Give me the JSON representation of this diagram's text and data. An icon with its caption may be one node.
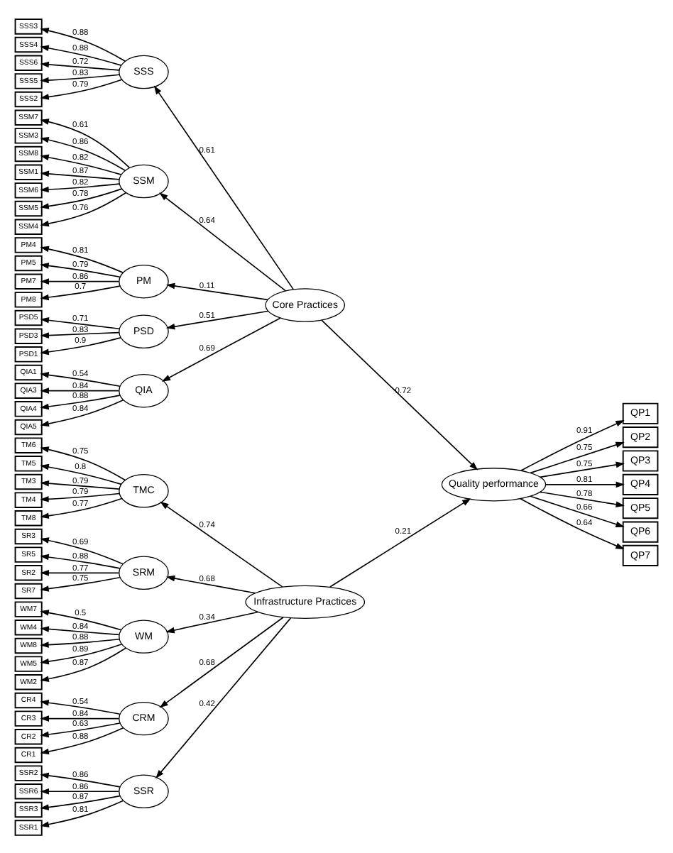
{
  "diagram": {
    "nodes": [
      {
        "text": [
          "SSR"
        ]
      },
      {
        "text": [
          "SSR2"
        ]
      },
      {
        "text": [
          "SSR6"
        ]
      },
      {
        "text": [
          "SSR3"
        ]
      },
      {
        "text": [
          "SSR1"
        ]
      },
      {
        "text": [
          "TMC"
        ]
      },
      {
        "text": [
          "TM6"
        ]
      },
      {
        "text": [
          "TM5"
        ]
      },
      {
        "text": [
          "TM3"
        ]
      },
      {
        "text": [
          "TM4"
        ]
      },
      {
        "text": [
          "TM8"
        ]
      },
      {
        "text": [
          "SRM"
        ]
      },
      {
        "text": [
          "SR3"
        ]
      },
      {
        "text": [
          "SR5"
        ]
      },
      {
        "text": [
          "SR2"
        ]
      },
      {
        "text": [
          "SR7"
        ]
      },
      {
        "text": [
          "WM"
        ]
      },
      {
        "text": [
          "WM7"
        ]
      },
      {
        "text": [
          "WM4"
        ]
      },
      {
        "text": [
          "WM8"
        ]
      },
      {
        "text": [
          "WM5"
        ]
      },
      {
        "text": [
          "WM2"
        ]
      },
      {
        "text": [
          "CRM"
        ]
      },
      {
        "text": [
          "CR4"
        ]
      },
      {
        "text": [
          "CR3"
        ]
      },
      {
        "text": [
          "CR2"
        ]
      },
      {
        "text": [
          "CR1"
        ]
      },
      {
        "text": [
          "Infrastructure Practices"
        ]
      },
      {
        "text": [
          "Quality performance"
        ]
      },
      {
        "text": [
          "QP1"
        ]
      },
      {
        "text": [
          "QP2"
        ]
      },
      {
        "text": [
          "QP3"
        ]
      },
      {
        "text": [
          "QP4"
        ]
      },
      {
        "text": [
          "QP5"
        ]
      },
      {
        "text": [
          "QP6"
        ]
      },
      {
        "text": [
          "QP7"
        ]
      },
      {
        "text": [
          "SSS"
        ]
      },
      {
        "text": [
          "SSS3"
        ]
      },
      {
        "text": [
          "SSS4"
        ]
      },
      {
        "text": [
          "SSS6"
        ]
      },
      {
        "text": [
          "SSS5"
        ]
      },
      {
        "text": [
          "SSS2"
        ]
      },
      {
        "text": [
          "SSM"
        ]
      },
      {
        "text": [
          "SSM7"
        ]
      },
      {
        "text": [
          "SSM3"
        ]
      },
      {
        "text": [
          "SSM8"
        ]
      },
      {
        "text": [
          "SSM1"
        ]
      },
      {
        "text": [
          "SSM6"
        ]
      },
      {
        "text": [
          "SSM5"
        ]
      },
      {
        "text": [
          "SSM4"
        ]
      },
      {
        "text": [
          "Core Practices"
        ]
      },
      {
        "text": [
          "PM"
        ]
      },
      {
        "text": [
          "PM4"
        ]
      },
      {
        "text": [
          "PM5"
        ]
      },
      {
        "text": [
          "PM7"
        ]
      },
      {
        "text": [
          "PM8"
        ]
      },
      {
        "text": [
          "PSD"
        ]
      },
      {
        "text": [
          "PSD5"
        ]
      },
      {
        "text": [
          "PSD3"
        ]
      },
      {
        "text": [
          "PSD1"
        ]
      },
      {
        "text": [
          "QIA"
        ]
      },
      {
        "text": [
          "QIA1"
        ]
      },
      {
        "text": [
          "QIA3"
        ]
      },
      {
        "text": [
          "QIA4"
        ]
      },
      {
        "text": [
          "QIA5"
        ]
      }
    ],
    "edges": [
      {
        "from": 0,
        "to": 1,
        "arrow": "to",
        "label": "0.86"
      },
      {
        "from": 0,
        "to": 2,
        "arrow": "to",
        "label": "0.86"
      },
      {
        "from": 0,
        "to": 3,
        "arrow": "to",
        "label": "0.87"
      },
      {
        "from": 0,
        "to": 4,
        "arrow": "to",
        "label": "0.81"
      },
      {
        "from": 5,
        "to": 6,
        "arrow": "to",
        "label": "0.75"
      },
      {
        "from": 5,
        "to": 7,
        "arrow": "to",
        "label": "0.8"
      },
      {
        "from": 5,
        "to": 8,
        "arrow": "to",
        "label": "0.79"
      },
      {
        "from": 5,
        "to": 9,
        "arrow": "to",
        "label": "0.79"
      },
      {
        "from": 5,
        "to": 10,
        "arrow": "to",
        "label": "0.77"
      },
      {
        "from": 11,
        "to": 12,
        "arrow": "to",
        "label": "0.69"
      },
      {
        "from": 11,
        "to": 13,
        "arrow": "to",
        "label": "0.88"
      },
      {
        "from": 11,
        "to": 14,
        "arrow": "to",
        "label": "0.77"
      },
      {
        "from": 11,
        "to": 15,
        "arrow": "to",
        "label": "0.75"
      },
      {
        "from": 16,
        "to": 17,
        "arrow": "to",
        "label": "0.5"
      },
      {
        "from": 16,
        "to": 18,
        "arrow": "to",
        "label": "0.84"
      },
      {
        "from": 16,
        "to": 19,
        "arrow": "to",
        "label": "0.88"
      },
      {
        "from": 16,
        "to": 20,
        "arrow": "to",
        "label": "0.89"
      },
      {
        "from": 16,
        "to": 21,
        "arrow": "to",
        "label": "0.87"
      },
      {
        "from": 22,
        "to": 23,
        "arrow": "to",
        "label": "0.54"
      },
      {
        "from": 22,
        "to": 24,
        "arrow": "to",
        "label": "0.84"
      },
      {
        "from": 22,
        "to": 25,
        "arrow": "to",
        "label": "0.63"
      },
      {
        "from": 22,
        "to": 26,
        "arrow": "to",
        "label": "0.88"
      },
      {
        "from": 27,
        "to": 0,
        "arrow": "to",
        "label": "0.42"
      },
      {
        "from": 27,
        "to": 5,
        "arrow": "to",
        "label": "0.74"
      },
      {
        "from": 27,
        "to": 11,
        "arrow": "to",
        "label": "0.68"
      },
      {
        "from": 27,
        "to": 16,
        "arrow": "to",
        "label": "0.34"
      },
      {
        "from": 27,
        "to": 22,
        "arrow": "to",
        "label": "0.68"
      },
      {
        "from": 27,
        "to": 28,
        "arrow": "to",
        "label": "0.21"
      },
      {
        "from": 28,
        "to": 29,
        "arrow": "to",
        "label": "0.91"
      },
      {
        "from": 28,
        "to": 30,
        "arrow": "to",
        "label": "0.75"
      },
      {
        "from": 28,
        "to": 31,
        "arrow": "to",
        "label": "0.75"
      },
      {
        "from": 28,
        "to": 32,
        "arrow": "to",
        "label": "0.81"
      },
      {
        "from": 28,
        "to": 33,
        "arrow": "to",
        "label": "0.78"
      },
      {
        "from": 28,
        "to": 34,
        "arrow": "to",
        "label": "0.66"
      },
      {
        "from": 28,
        "to": 35,
        "arrow": "to",
        "label": "0.64"
      },
      {
        "from": 36,
        "to": 37,
        "arrow": "to",
        "label": "0.88"
      },
      {
        "from": 36,
        "to": 38,
        "arrow": "to",
        "label": "0.88"
      },
      {
        "from": 36,
        "to": 39,
        "arrow": "to",
        "label": "0.72"
      },
      {
        "from": 36,
        "to": 40,
        "arrow": "to",
        "label": "0.83"
      },
      {
        "from": 36,
        "to": 41,
        "arrow": "to",
        "label": "0.79"
      },
      {
        "from": 42,
        "to": 43,
        "arrow": "to",
        "label": "0.61"
      },
      {
        "from": 42,
        "to": 44,
        "arrow": "to",
        "label": "0.86"
      },
      {
        "from": 42,
        "to": 45,
        "arrow": "to",
        "label": "0.82"
      },
      {
        "from": 42,
        "to": 46,
        "arrow": "to",
        "label": "0.87"
      },
      {
        "from": 42,
        "to": 47,
        "arrow": "to",
        "label": "0.82"
      },
      {
        "from": 42,
        "to": 48,
        "arrow": "to",
        "label": "0.78"
      },
      {
        "from": 42,
        "to": 49,
        "arrow": "to",
        "label": "0.76"
      },
      {
        "from": 50,
        "to": 36,
        "arrow": "to",
        "label": "0.61"
      },
      {
        "from": 50,
        "to": 42,
        "arrow": "to",
        "label": "0.64"
      },
      {
        "from": 50,
        "to": 51,
        "arrow": "to",
        "label": "0.11"
      },
      {
        "from": 50,
        "to": 56,
        "arrow": "to",
        "label": "0.51"
      },
      {
        "from": 50,
        "to": 60,
        "arrow": "to",
        "label": "0.69"
      },
      {
        "from": 50,
        "to": 28,
        "arrow": "to",
        "label": "0.72"
      },
      {
        "from": 51,
        "to": 52,
        "arrow": "to",
        "label": "0.81"
      },
      {
        "from": 51,
        "to": 53,
        "arrow": "to",
        "label": "0.79"
      },
      {
        "from": 51,
        "to": 54,
        "arrow": "to",
        "label": "0.86"
      },
      {
        "from": 51,
        "to": 55,
        "arrow": "to",
        "label": "0.7"
      },
      {
        "from": 56,
        "to": 57,
        "arrow": "to",
        "label": "0.71"
      },
      {
        "from": 56,
        "to": 58,
        "arrow": "to",
        "label": "0.83"
      },
      {
        "from": 56,
        "to": 59,
        "arrow": "to",
        "label": "0.9"
      },
      {
        "from": 60,
        "to": 61,
        "arrow": "to",
        "label": "0.54"
      },
      {
        "from": 60,
        "to": 62,
        "arrow": "to",
        "label": "0.84"
      },
      {
        "from": 60,
        "to": 63,
        "arrow": "to",
        "label": "0.88"
      },
      {
        "from": 60,
        "to": 64,
        "arrow": "to",
        "label": "0.84"
      }
    ]
  }
}
